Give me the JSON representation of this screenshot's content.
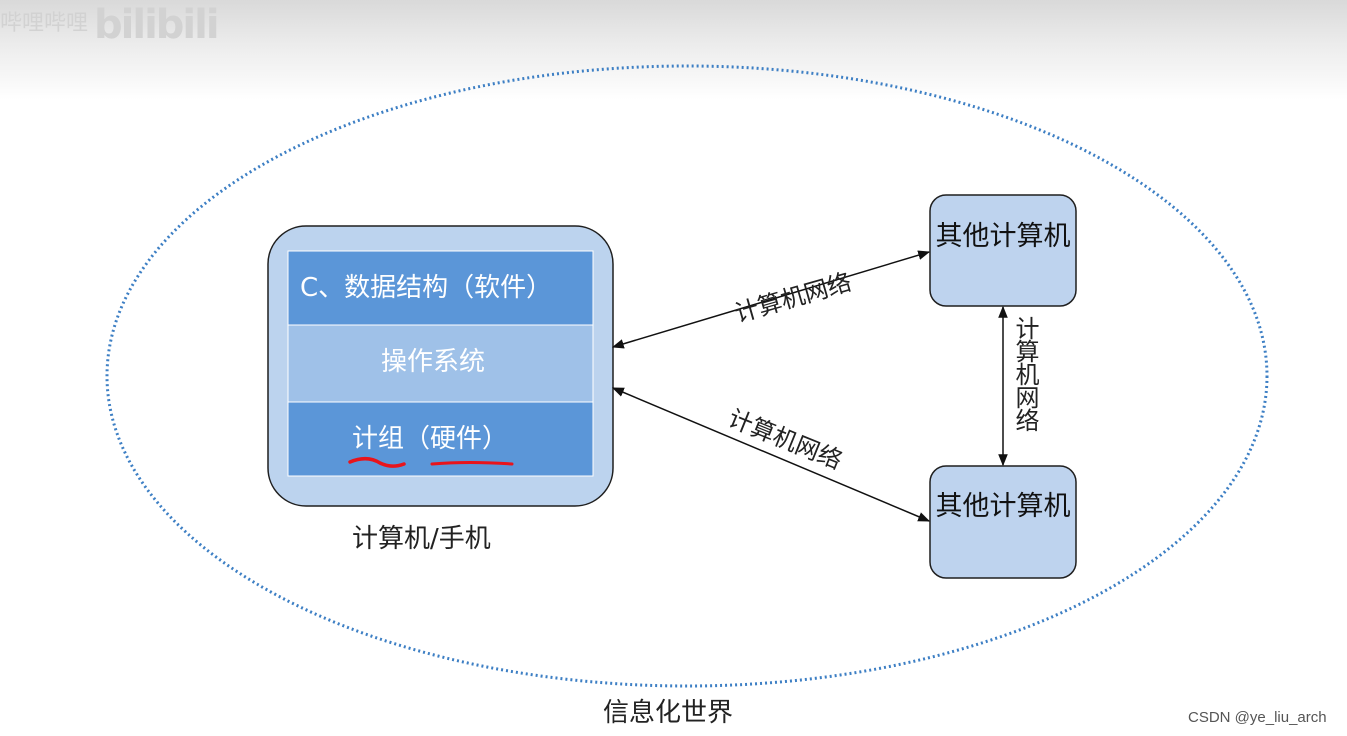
{
  "watermark": {
    "site_small": "哔哩哔哩",
    "site_logo": "bilibili"
  },
  "diagram": {
    "world_label": "信息化世界",
    "device": {
      "caption": "计算机/手机",
      "layers": [
        "C、数据结构（软件）",
        "操作系统",
        "计组（硬件）"
      ]
    },
    "other_computers": [
      "其他计算机",
      "其他计算机"
    ],
    "network_links": [
      "计算机网络",
      "计算机网络",
      "计算机网络"
    ]
  },
  "credit": "CSDN @ye_liu_arch",
  "colors": {
    "world_border": "#3d7fc4",
    "device_outer": "#bcd3ee",
    "layer_dark": "#5b96d8",
    "layer_light": "#9fc1e8",
    "node_fill": "#bed3ee",
    "annotation_red": "#e8141c"
  }
}
